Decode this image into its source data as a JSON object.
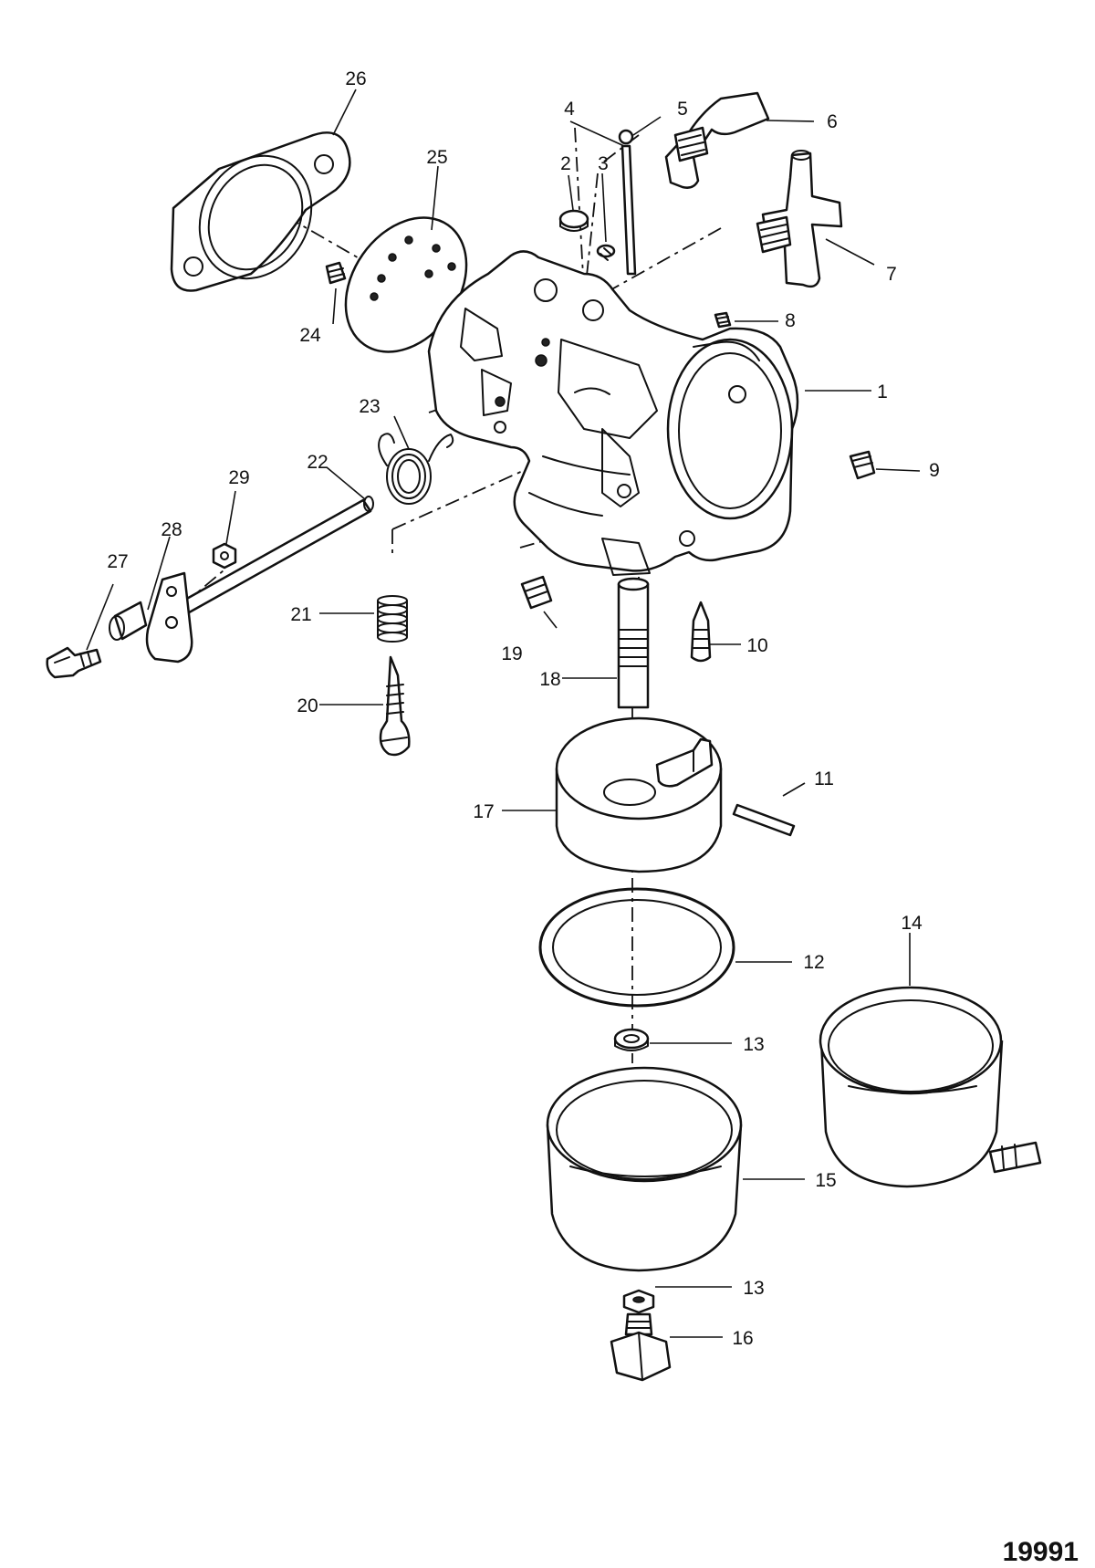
{
  "figure_number": "19991",
  "callouts": [
    "1",
    "2",
    "3",
    "4",
    "5",
    "6",
    "7",
    "8",
    "9",
    "10",
    "11",
    "12",
    "13",
    "13",
    "14",
    "15",
    "16",
    "17",
    "18",
    "19",
    "20",
    "21",
    "22",
    "23",
    "24",
    "25",
    "26",
    "27",
    "28",
    "29"
  ]
}
